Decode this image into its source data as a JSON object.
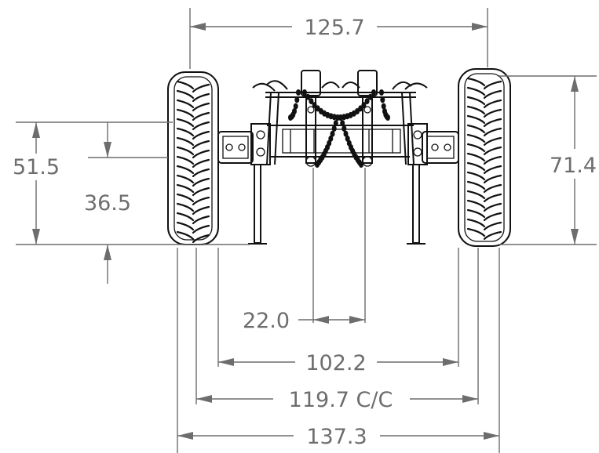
{
  "dimensions": {
    "overall_wheel_span": "125.7",
    "total_height": "51.5",
    "lower_height": "36.5",
    "wheel_height": "71.4",
    "center_spacing": "22.0",
    "inner_tire_span": "102.2",
    "tire_center_to_center": "119.7 C/C",
    "outer_tire_span": "137.3"
  },
  "colors": {
    "dimension": "#6d6d6d",
    "linework": "#111111",
    "background": "#ffffff"
  }
}
